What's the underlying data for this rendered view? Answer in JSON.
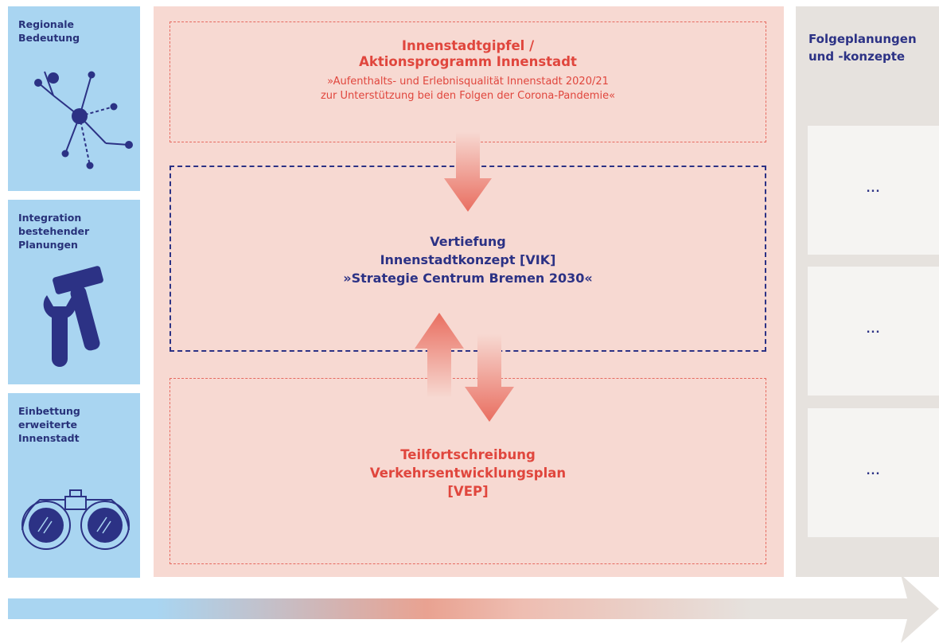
{
  "left_panels": [
    {
      "lines": [
        "Regionale",
        "Bedeutung"
      ],
      "icon": "network-icon"
    },
    {
      "lines": [
        "Integration",
        "bestehender",
        "Planungen"
      ],
      "icon": "tools-icon"
    },
    {
      "lines": [
        "Einbettung",
        "erweiterte",
        "Innenstadt"
      ],
      "icon": "binoculars-icon"
    }
  ],
  "top_box": {
    "title_lines": [
      "Innenstadtgipfel /",
      "Aktionsprogramm Innenstadt"
    ],
    "subtitle_lines": [
      "»Aufenthalts- und Erlebnisqualität Innenstadt 2020/21",
      "zur Unterstützung bei den Folgen der Corona-Pandemie«"
    ]
  },
  "middle_box": {
    "title_lines": [
      "Vertiefung",
      "Innenstadtkonzept [VIK]",
      "»Strategie Centrum Bremen 2030«"
    ]
  },
  "bottom_box": {
    "title_lines": [
      "Teilfortschreibung",
      "Verkehrsentwicklungsplan",
      "[VEP]"
    ]
  },
  "right_panel": {
    "title_lines": [
      "Folgeplanungen",
      "und -konzepte"
    ],
    "cards": [
      "...",
      "...",
      "..."
    ]
  },
  "colors": {
    "side_blue": "#a9d5f1",
    "center_pink": "#f7d9d2",
    "accent_red": "#e0463d",
    "accent_blue": "#2c3285",
    "right_gray": "#e6e2de"
  }
}
